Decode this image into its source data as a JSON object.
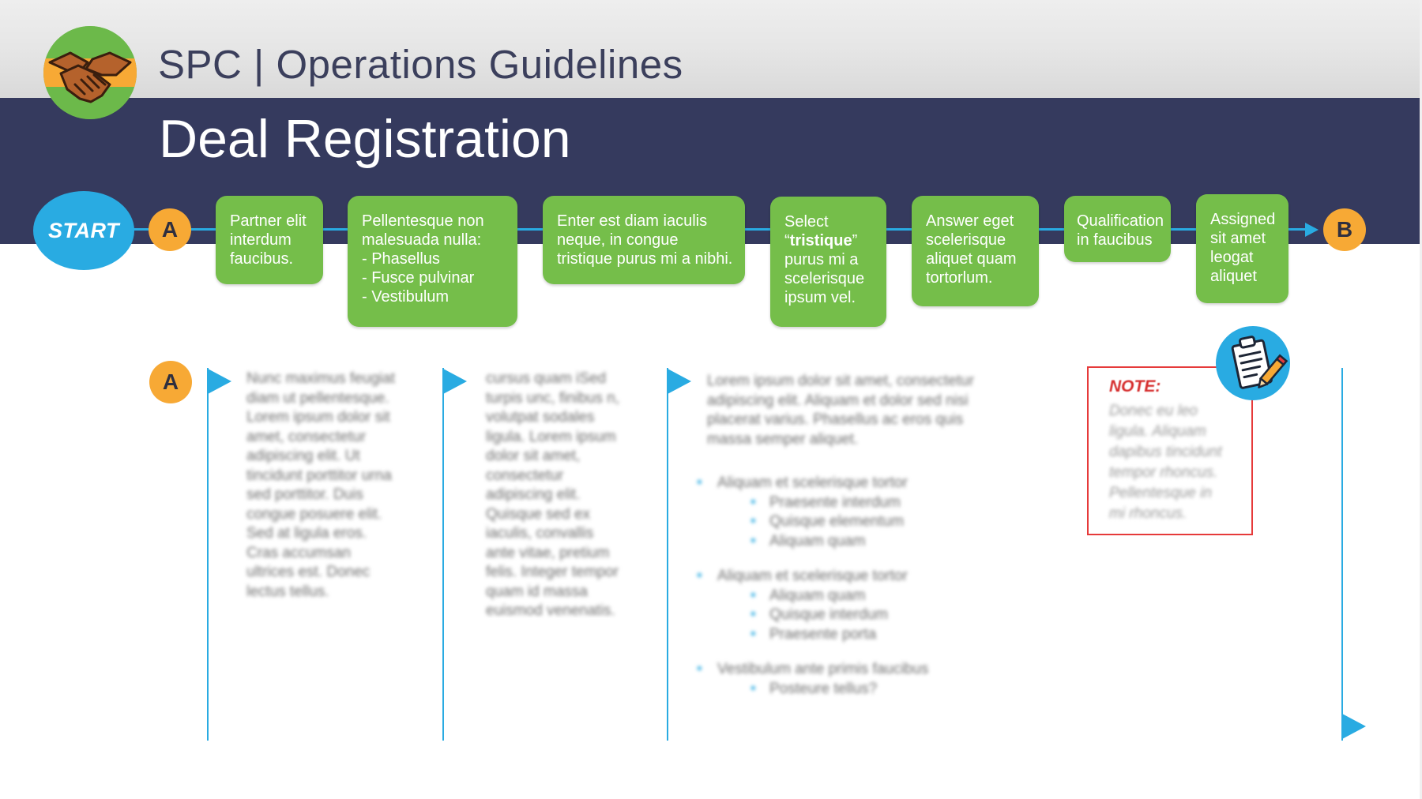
{
  "header": {
    "title": "SPC | Operations Guidelines",
    "page_title": "Deal Registration"
  },
  "colors": {
    "banner": "#353a5e",
    "step_green": "#75be4a",
    "flow_blue": "#29abe2",
    "connector_orange": "#f7a935",
    "note_red": "#e63a3a"
  },
  "flow": {
    "start_label": "START",
    "connector_start": "A",
    "connector_end": "B",
    "steps": [
      {
        "lines": [
          "Partner elit",
          "interdum",
          "faucibus."
        ]
      },
      {
        "lines": [
          "Pellentesque non",
          "malesuada nulla:",
          "- Phasellus",
          "- Fusce pulvinar",
          "- Vestibulum"
        ]
      },
      {
        "lines": [
          "Enter est diam iaculis",
          "neque, in congue",
          "tristique purus mi a nibhi."
        ]
      },
      {
        "pre": "Select",
        "quote_open": "“",
        "emphasis": "tristique",
        "quote_close": "”",
        "lines": [
          "purus mi a",
          "scelerisque",
          "ipsum vel."
        ]
      },
      {
        "lines": [
          "Answer eget",
          "scelerisque",
          "aliquet quam",
          "tortorlum."
        ]
      },
      {
        "lines": [
          "Qualification",
          "in faucibus"
        ]
      },
      {
        "lines": [
          "Assigned",
          "sit amet",
          "leogat",
          "aliquet"
        ]
      }
    ]
  },
  "section": {
    "connector": "A",
    "col1_lines": [
      "Nunc maximus feugiat",
      "diam ut pellentesque.",
      "Lorem ipsum dolor sit",
      "amet, consectetur",
      "adipiscing elit. Ut",
      "tincidunt porttitor urna",
      "sed porttitor. Duis",
      "congue posuere elit.",
      "Sed at ligula eros.",
      "Cras accumsan",
      "ultrices est. Donec",
      "lectus tellus."
    ],
    "col2_lines": [
      "cursus quam iSed",
      "turpis unc, finibus n,",
      "volutpat sodales",
      "ligula. Lorem ipsum",
      "dolor sit amet,",
      "consectetur",
      "adipiscing elit.",
      "Quisque sed ex",
      "iaculis, convallis",
      "ante vitae, pretium",
      "felis. Integer tempor",
      "quam id massa",
      "euismod venenatis."
    ],
    "col3_intro_lines": [
      "Lorem ipsum dolor sit amet, consectetur",
      "adipiscing elit. Aliquam et dolor sed nisi",
      "placerat varius. Phasellus ac eros quis",
      "massa semper aliquet."
    ],
    "col3_list": [
      {
        "text": "Aliquam et scelerisque tortor",
        "subs": [
          "Praesente interdum",
          "Quisque  elementum",
          "Aliquam quam"
        ]
      },
      {
        "text": "Aliquam et scelerisque tortor",
        "subs": [
          "Aliquam quam",
          "Quisque interdum",
          "Praesente porta"
        ]
      },
      {
        "text": "Vestibulum ante primis faucibus",
        "subs": [
          "Posteure tellus?"
        ]
      }
    ],
    "note": {
      "label": "NOTE:",
      "lines": [
        "Donec eu leo",
        "ligula. Aliquam",
        "dapibus tincidunt",
        "tempor rhoncus.",
        "Pellentesque in",
        "mi rhoncus."
      ]
    }
  },
  "icons": {
    "logo": "handshake-icon",
    "note": "clipboard-icon"
  }
}
